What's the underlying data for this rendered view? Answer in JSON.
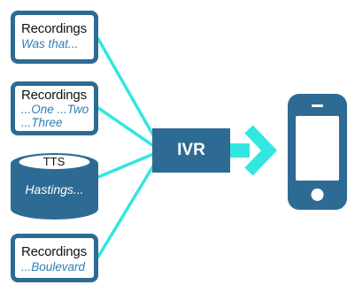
{
  "sources": [
    {
      "title": "Recordings",
      "lines": [
        "Was that..."
      ]
    },
    {
      "title": "Recordings",
      "lines": [
        "...One ...Two",
        "...Three"
      ]
    },
    {
      "title": "Recordings",
      "lines": [
        "...Boulevard"
      ]
    }
  ],
  "tts": {
    "label": "TTS",
    "text": "Hastings..."
  },
  "ivr": {
    "label": "IVR"
  },
  "colors": {
    "box_border": "#2e6b94",
    "ivr_fill": "#2e6b94",
    "connector": "#33e6e0",
    "italic_text": "#2d7fb5",
    "phone_fill": "#2e6b94"
  }
}
